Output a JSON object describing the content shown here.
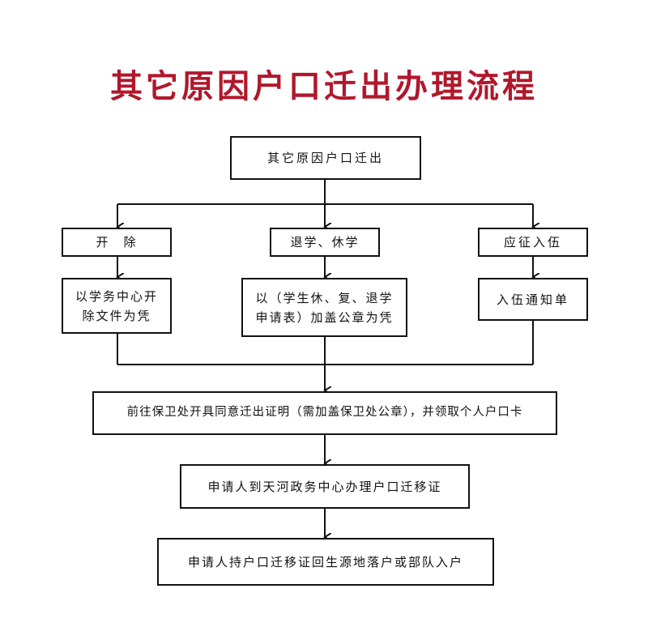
{
  "title": "其它原因户口迁出办理流程",
  "boxes": {
    "top": "其它原因户口迁出",
    "branch_left": "开　除",
    "branch_middle": "退学、休学",
    "branch_right": "应征入伍",
    "doc_left": "以学务中心开除文件为凭",
    "doc_middle": "以（学生休、复、退学申请表）加盖公章为凭",
    "doc_right": "入伍通知单",
    "step_security": "前往保卫处开具同意迁出证明（需加盖保卫处公章），并领取个人户口卡",
    "step_transfer": "申请人到天河政务中心办理户口迁移证",
    "step_final": "申请人持户口迁移证回生源地落户或部队入户"
  },
  "colors": {
    "title": "#b0182c",
    "line": "#111111"
  }
}
